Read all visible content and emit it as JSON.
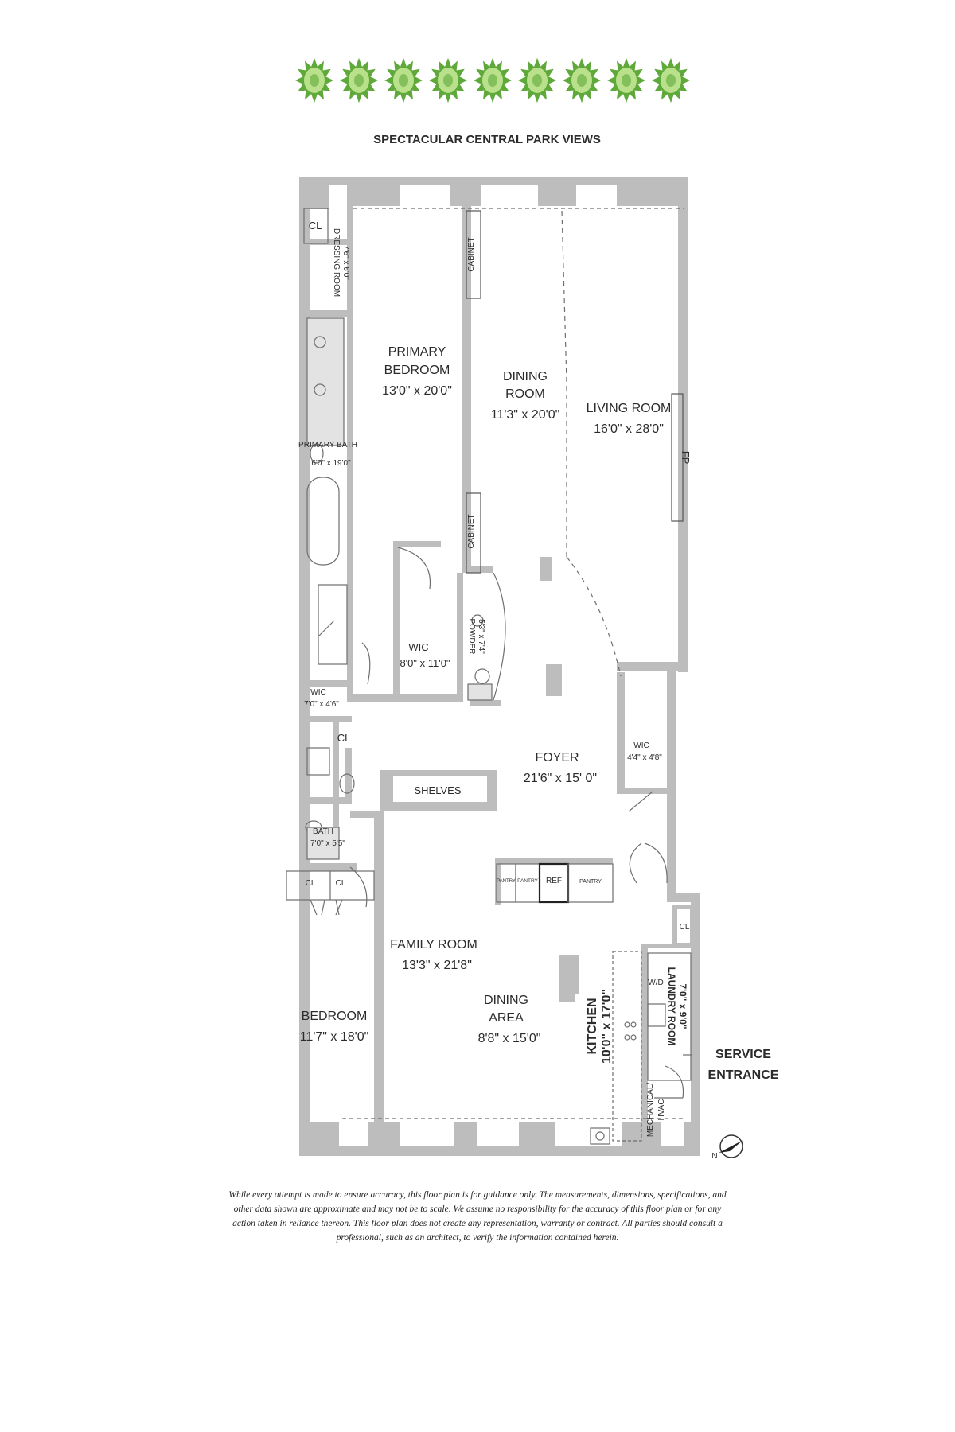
{
  "header": {
    "views_label": "SPECTACULAR CENTRAL PARK VIEWS"
  },
  "trees": {
    "count": 9,
    "color_dark": "#5fa83a",
    "color_light": "#b9e08a"
  },
  "colors": {
    "wall": "#bdbdbd",
    "wall_dark": "#9a9a9a",
    "line": "#6e6e6e",
    "tile": "#d9d9d9"
  },
  "rooms": {
    "primary_bedroom": {
      "name1": "PRIMARY",
      "name2": "BEDROOM",
      "dim": "13'0\" x 20'0\""
    },
    "dining_room": {
      "name1": "DINING",
      "name2": "ROOM",
      "dim": "11'3\" x 20'0\""
    },
    "living_room": {
      "name": "LIVING ROOM",
      "dim": "16'0\" x 28'0\""
    },
    "fp": "FP",
    "cabinet_top": "CABINET",
    "cabinet_bottom": "CABINET",
    "dressing_room": {
      "name": "DRESSING ROOM",
      "dim": "7'6\" x 6'0\""
    },
    "cl_dressing": "CL",
    "primary_bath": {
      "name": "PRIMARY BATH",
      "dim": "6'0\" x 19'0\""
    },
    "wic_primary": {
      "name": "WIC",
      "dim": "8'0\" x 11'0\""
    },
    "powder": {
      "name": "POWDER",
      "dim": "5'3\" x 7'4\""
    },
    "wic_hall": {
      "name": "WIC",
      "dim": "7'0\" x 4'6\""
    },
    "cl_hall": "CL",
    "foyer": {
      "name": "FOYER",
      "dim": "21'6\" x 15' 0\""
    },
    "wic_foyer": {
      "name": "WIC",
      "dim": "4'4\" x 4'8\""
    },
    "shelves": "SHELVES",
    "bath": {
      "name": "BATH",
      "dim": "7'0\" x 5'5\""
    },
    "cl_bed1": "CL",
    "cl_bed2": "CL",
    "pantry1": "PANTRY",
    "pantry2": "PANTRY",
    "ref": "REF",
    "pantry3": "PANTRY",
    "cl_service": "CL",
    "family_room": {
      "name": "FAMILY ROOM",
      "dim": "13'3\" x 21'8\""
    },
    "dining_area": {
      "name1": "DINING",
      "name2": "AREA",
      "dim": "8'8\" x 15'0\""
    },
    "bedroom": {
      "name": "BEDROOM",
      "dim": "11'7\" x 18'0\""
    },
    "kitchen": {
      "name": "KITCHEN",
      "dim": "10'0\" x 17'0\""
    },
    "laundry": {
      "name": "LAUNDRY ROOM",
      "dim": "7'0\" x 9'0\""
    },
    "wd": "W/D",
    "mechanical": {
      "name1": "MECHANICAL/",
      "name2": "HVAC"
    },
    "service_entrance": {
      "name1": "SERVICE",
      "name2": "ENTRANCE"
    }
  },
  "compass": {
    "label": "N"
  },
  "disclaimer": "While every attempt is made to ensure accuracy, this floor plan is for guidance only. The measurements, dimensions, specifications, and other data shown are approximate and may not be to scale. We assume no responsibility for the accuracy of this floor plan or for any action taken in reliance thereon. This floor plan does not create any representation, warranty or contract. All parties should consult a professional, such as an architect, to verify the information contained herein."
}
